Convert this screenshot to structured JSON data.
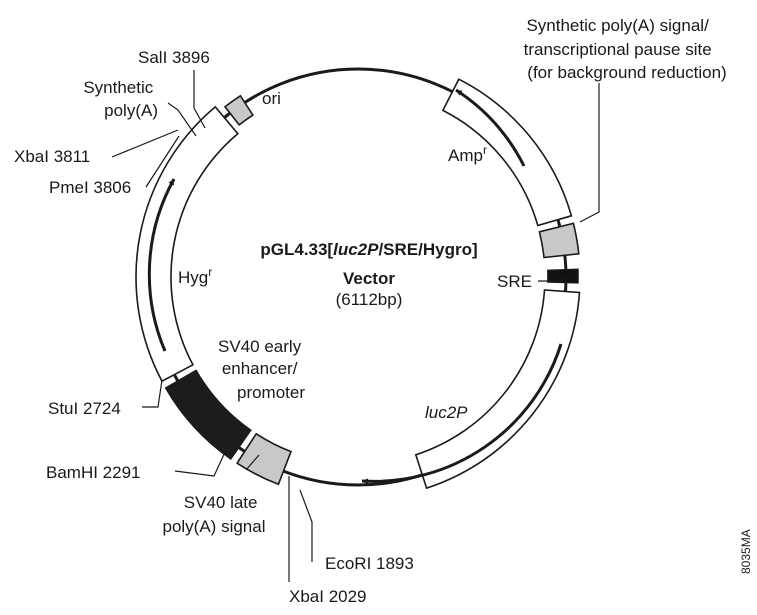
{
  "vector": {
    "title_prefix": "pGL4.33[",
    "title_gene": "luc2P",
    "title_suffix": "/SRE/Hygro]",
    "title_line2": "Vector",
    "size": "(6112bp)"
  },
  "features": {
    "ori": "ori",
    "amp_main": "Amp",
    "amp_sup": "r",
    "hyg_main": "Hyg",
    "hyg_sup": "r",
    "luc2p": "luc2P",
    "sre": "SRE",
    "sv40_early": [
      "SV40 early",
      "enhancer/",
      "promoter"
    ],
    "sv40_late": [
      "SV40 late",
      "poly(A) signal"
    ],
    "synthetic_polya_small": [
      "Synthetic",
      "poly(A)"
    ],
    "synthetic_polya_pause": [
      "Synthetic poly(A) signal/",
      "transcriptional pause site",
      "(for background reduction)"
    ]
  },
  "sites": {
    "sali": "SalI 3896",
    "xbai_top": "XbaI 3811",
    "pmei": "PmeI 3806",
    "stui": "StuI 2724",
    "bamhi": "BamHI 2291",
    "ecori": "EcoRI 1893",
    "xbai_bottom": "XbaI 2029"
  },
  "figure_code": "8035MA"
}
